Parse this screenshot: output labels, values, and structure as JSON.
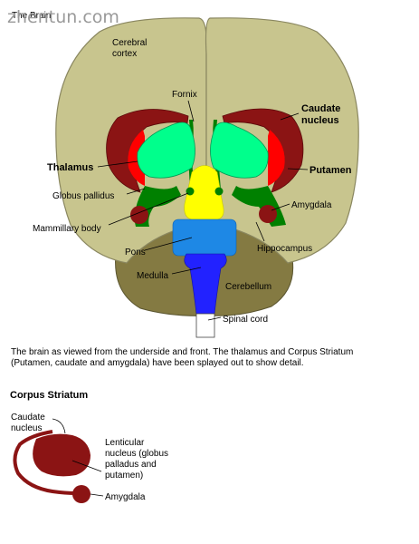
{
  "watermark": "zhentun.com",
  "watermark_underlay": "The Brain",
  "labels": {
    "cerebral_cortex": [
      "Cerebral",
      "cortex"
    ],
    "fornix": "Fornix",
    "caudate_nucleus": [
      "Caudate",
      "nucleus"
    ],
    "thalamus": "Thalamus",
    "putamen": "Putamen",
    "globus_pallidus": "Globus pallidus",
    "amygdala": "Amygdala",
    "mammillary_body": "Mammillary body",
    "hippocampus": "Hippocampus",
    "pons": "Pons",
    "medulla": "Medulla",
    "cerebellum": "Cerebellum",
    "spinal_cord": "Spinal cord"
  },
  "caption": "The brain as viewed from the underside and front.  The thalamus and Corpus Striatum (Putamen, caudate and amygdala) have been splayed out to show detail.",
  "section_title": "Corpus Striatum",
  "striatum_labels": {
    "caudate_nucleus": [
      "Caudate",
      "nucleus"
    ],
    "lenticular_nucleus": [
      "Lenticular",
      "nucleus (globus",
      "palladus and",
      "putamen)"
    ],
    "amygdala": "Amygdala"
  },
  "colors": {
    "cortex": "#c8c58e",
    "cerebellum": "#847a42",
    "caudate": "#8b1414",
    "putamen": "#ff0000",
    "thalamus": "#00ff8c",
    "hippocampus": "#008000",
    "hypothalamus": "#ffff00",
    "pons": "#1e88e5",
    "medulla": "#2222ff",
    "spinal_cord": "#ffffff"
  }
}
